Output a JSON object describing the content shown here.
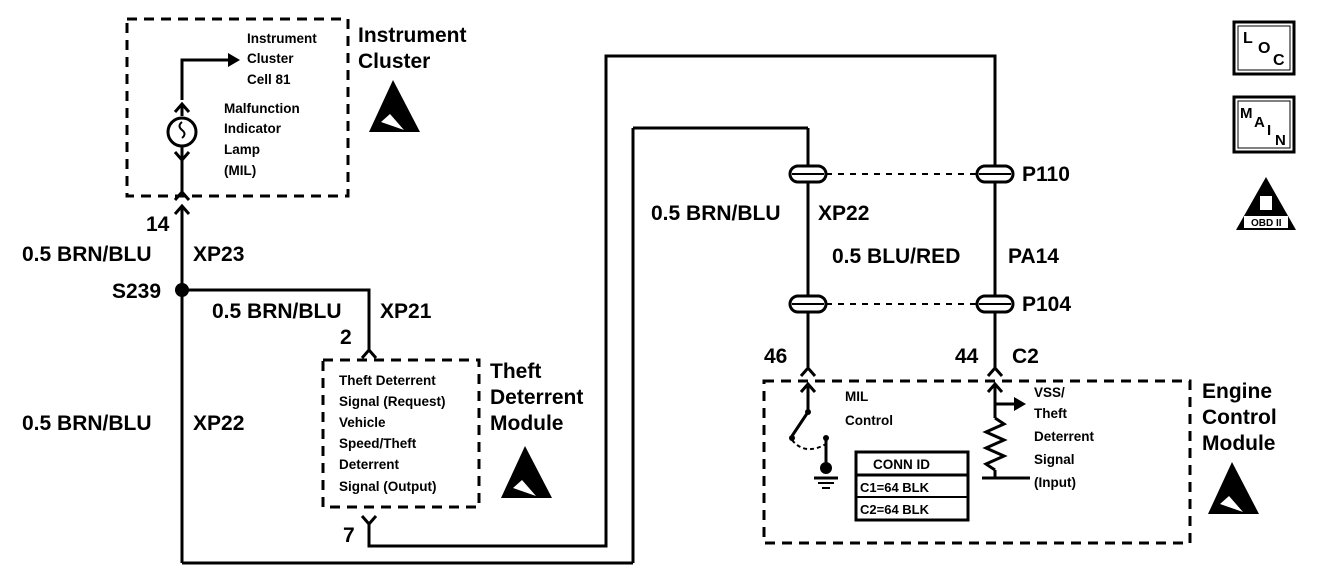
{
  "instrument_cluster": {
    "title_line1": "Instrument",
    "title_line2": "Cluster",
    "cell_line1": "Instrument",
    "cell_line2": "Cluster",
    "cell_line3": "Cell 81",
    "lamp_line1": "Malfunction",
    "lamp_line2": "Indicator",
    "lamp_line3": "Lamp",
    "lamp_line4": "(MIL)",
    "pin": "14"
  },
  "wires": {
    "left_top_wire": "0.5 BRN/BLU",
    "left_top_conn": "XP23",
    "splice": "S239",
    "mid_wire": "0.5 BRN/BLU",
    "mid_conn": "XP21",
    "left_bottom_wire": "0.5 BRN/BLU",
    "left_bottom_conn": "XP22",
    "right_wire_a": "0.5 BRN/BLU",
    "right_conn_a": "XP22",
    "right_wire_b": "0.5  BLU/RED",
    "right_conn_b": "PA14",
    "p110": "P110",
    "p104": "P104"
  },
  "theft_module": {
    "title_line1": "Theft",
    "title_line2": "Deterrent",
    "title_line3": "Module",
    "pin_top": "2",
    "pin_bottom": "7",
    "desc_line1": "Theft Deterrent",
    "desc_line2": "Signal (Request)",
    "desc_line3": "Vehicle",
    "desc_line4": "Speed/Theft",
    "desc_line5": "Deterrent",
    "desc_line6": "Signal (Output)"
  },
  "ecm": {
    "title_line1": "Engine",
    "title_line2": "Control",
    "title_line3": "Module",
    "pin_46": "46",
    "pin_44": "44",
    "conn": "C2",
    "mil_line1": "MIL",
    "mil_line2": "Control",
    "vss_line1": "VSS/",
    "vss_line2": "Theft",
    "vss_line3": "Deterrent",
    "vss_line4": "Signal",
    "vss_line5": "(Input)",
    "conn_id_title": "CONN ID",
    "conn_id_c1": "C1=64 BLK",
    "conn_id_c2": "C2=64 BLK"
  },
  "side_icons": {
    "loc_l": "L",
    "loc_o": "O",
    "loc_c": "C",
    "main_m": "M",
    "main_a": "A",
    "main_i": "I",
    "main_n": "N",
    "obd_label": "OBD II"
  },
  "icons": [
    "esd-icon",
    "bulb-icon",
    "ground-icon",
    "resistor-icon",
    "loc-icon",
    "main-icon",
    "obd-icon"
  ]
}
